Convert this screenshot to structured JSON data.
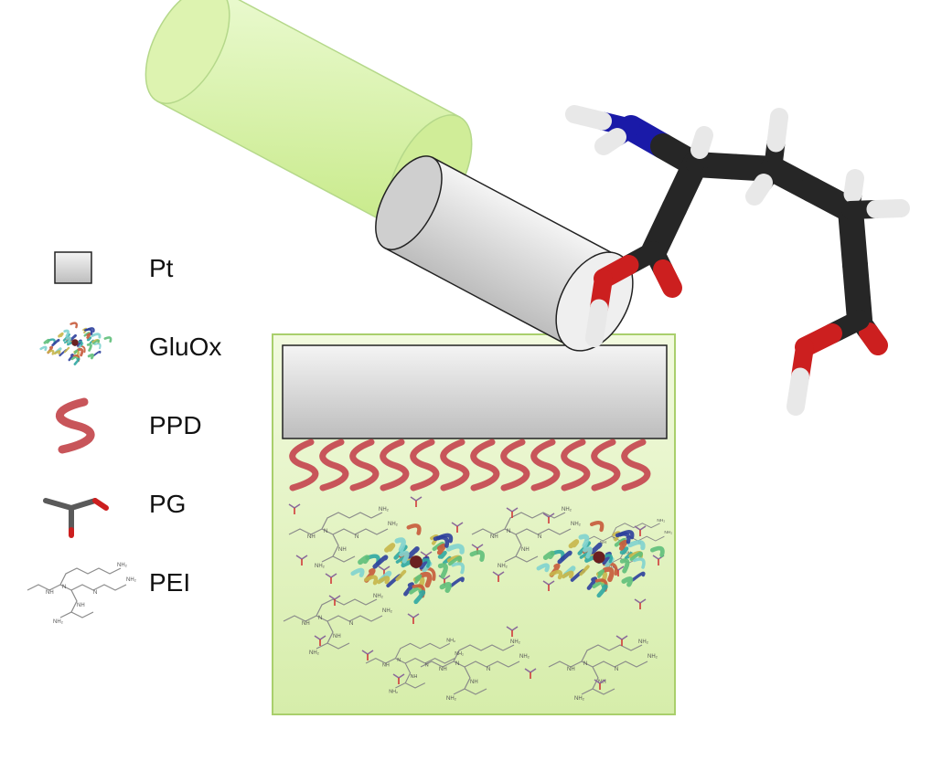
{
  "legend": {
    "items": [
      {
        "id": "pt",
        "label": "Pt"
      },
      {
        "id": "gluox",
        "label": "GluOx"
      },
      {
        "id": "ppd",
        "label": "PPD"
      },
      {
        "id": "pg",
        "label": "PG"
      },
      {
        "id": "pei",
        "label": "PEI"
      }
    ]
  },
  "pei_group_labels": [
    "NH₂",
    "NH",
    "N"
  ],
  "colors": {
    "layer_fill": "#e6f5c8",
    "layer_border": "#a9cf6c",
    "tube_sheath": "#d9f2a5",
    "platinum": "#d6d6d6",
    "ppd": "#c8555a",
    "carbon": "#262626",
    "oxygen": "#cc1f1f",
    "nitrogen": "#1a1aa8",
    "hydrogen": "#e8e8e8",
    "enzyme_teal": "#2fa7a2",
    "enzyme_yellow": "#c7b64a",
    "enzyme_blue": "#2c3f9c"
  }
}
